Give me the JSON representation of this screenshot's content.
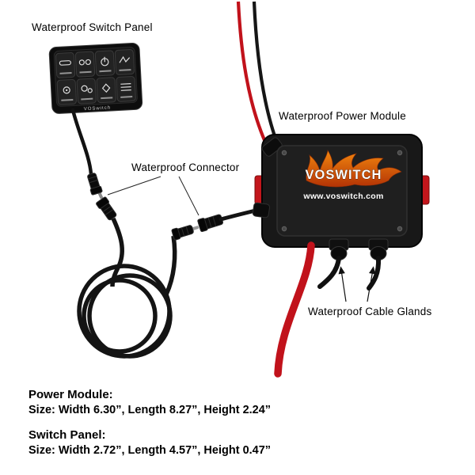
{
  "annotations": {
    "switch_panel_label": "Waterproof Switch Panel",
    "power_module_label": "Waterproof Power Module",
    "connector_label": "Waterproof Connector",
    "cable_glands_label": "Waterproof Cable Glands"
  },
  "power_module": {
    "brand": "VOSWITCH",
    "website": "www.voswitch.com"
  },
  "switch_panel": {
    "brand": "VOSwitch",
    "button_count": 8
  },
  "specs": [
    {
      "title": "Power Module:",
      "size": "Size: Width 6.30”, Length 8.27”, Height 2.24”"
    },
    {
      "title": "Switch Panel:",
      "size": "Size: Width 2.72”, Length 4.57”, Height 0.47”"
    }
  ],
  "colors": {
    "wire_red": "#c1121b",
    "flame_orange": "#e05a10",
    "bracket_red": "#c3161c",
    "body_black": "#181818"
  }
}
